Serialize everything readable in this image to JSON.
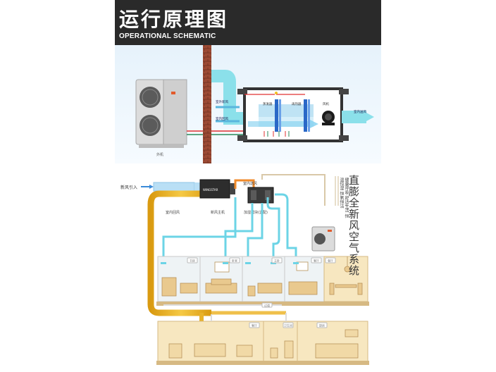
{
  "header": {
    "title_cn": "运行原理图",
    "title_en": "OPERATIONAL SCHEMATIC"
  },
  "upper_schematic": {
    "outdoor_unit_label": "外机",
    "outdoor_air_label": "室外新风",
    "indoor_return_label": "室内回风",
    "section1_label": "蒸发器",
    "section2_label": "再热器",
    "fan_label": "风机",
    "supply_label": "室内送风"
  },
  "lower_diagram": {
    "fresh_air_intake": "新风引入",
    "main_unit_brand": "WINGSTAR",
    "main_unit_label": "新风主机",
    "indoor_return": "室内回风",
    "indoor_supply": "室内送风",
    "humidifier_module": "加湿模块(选配)",
    "side_title": "直膨全新风空气系统",
    "side_note": "健康呼吸 舒适生活 恒温恒湿 恒氧恒洁"
  },
  "rooms": {
    "top": [
      "书房",
      "卧室",
      "主卧",
      "客厅",
      "餐厅"
    ],
    "corridor": "过道",
    "bottom": [
      "客厅",
      "卫生间",
      "厨房"
    ]
  }
}
